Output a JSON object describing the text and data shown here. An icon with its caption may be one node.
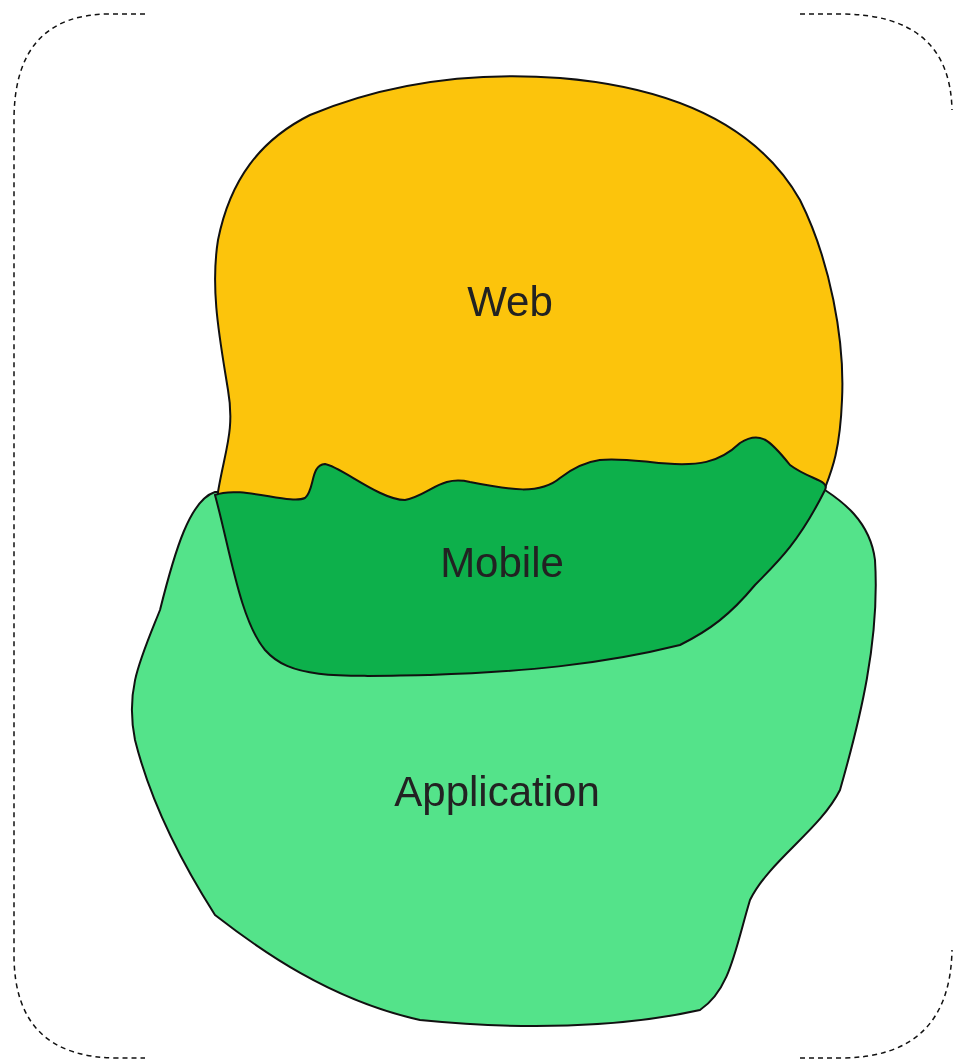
{
  "diagram": {
    "nodes": [
      {
        "text": [],
        "shape": "box"
      },
      {
        "text": [
          "Web"
        ],
        "in": 0
      },
      {
        "text": [
          "Mobile"
        ],
        "in": 0
      },
      {
        "text": [
          "Application"
        ],
        "in": 0
      }
    ]
  }
}
